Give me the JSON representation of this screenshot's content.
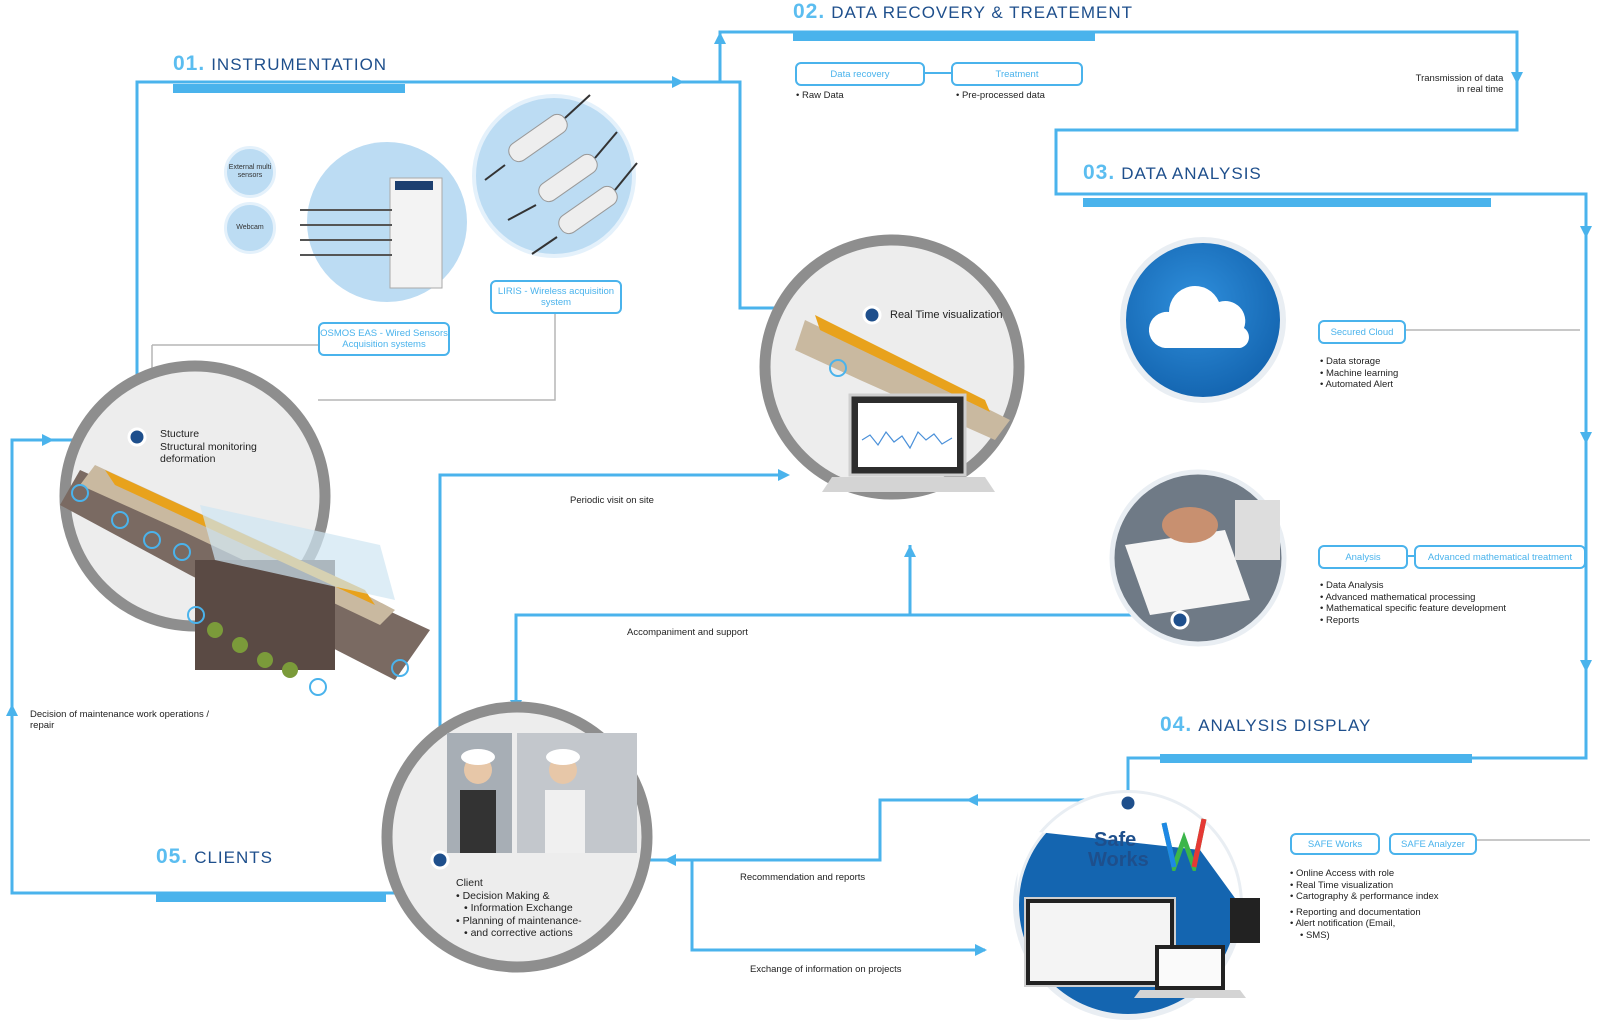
{
  "sections": [
    {
      "num": "01.",
      "title": "INSTRUMENTATION"
    },
    {
      "num": "02.",
      "title": "DATA RECOVERY & TREATEMENT"
    },
    {
      "num": "03.",
      "title": "DATA ANALYSIS"
    },
    {
      "num": "04.",
      "title": "ANALYSIS DISPLAY"
    },
    {
      "num": "05.",
      "title": "CLIENTS"
    }
  ],
  "instrumentation": {
    "external_sensors": "External multi sensors",
    "webcam": "Webcam",
    "osmos": "OSMOS EAS - Wired Sensors Acquisition systems",
    "liris": "LIRIS - Wireless acquisition system",
    "structure": [
      "Stucture",
      "Structural monitoring",
      "deformation"
    ]
  },
  "recovery": {
    "pill1": "Data recovery",
    "pill2": "Treatment",
    "item1": "Raw Data",
    "item2": "Pre-processed data",
    "transmission": [
      "Transmission of data",
      "in real time"
    ]
  },
  "realtime": "Real Time visualization",
  "analysis": {
    "cloud_pill": "Secured Cloud",
    "cloud_items": [
      "Data storage",
      "Machine learning",
      "Automated Alert"
    ],
    "pill_a": "Analysis",
    "pill_b": "Advanced mathematical treatment",
    "items": [
      "Data Analysis",
      "Advanced mathematical processing",
      "Mathematical specific feature development",
      "Reports"
    ]
  },
  "display": {
    "pill1": "SAFE Works",
    "pill2": "SAFE Analyzer",
    "items": [
      "Online Access with role",
      "Real Time visualization",
      "Cartography &  performance index",
      "Reporting and documentation",
      "Alert notification (Email,",
      "SMS)"
    ],
    "logo_line1": "Safe",
    "logo_line2": "Works"
  },
  "clients": {
    "title": "Client",
    "items": [
      "Decision Making &",
      "Information Exchange",
      "Planning of maintenance-",
      "and corrective actions"
    ]
  },
  "flows": {
    "periodic": "Periodic visit on site",
    "accompaniment": "Accompaniment and support",
    "recommendation": "Recommendation and reports",
    "exchange": "Exchange of information on projects",
    "decision": [
      "Decision of maintenance work operations /",
      "repair"
    ]
  },
  "colors": {
    "accent": "#4ab3ec",
    "title": "#1e4f8c",
    "ring": "#8e8e8e"
  }
}
